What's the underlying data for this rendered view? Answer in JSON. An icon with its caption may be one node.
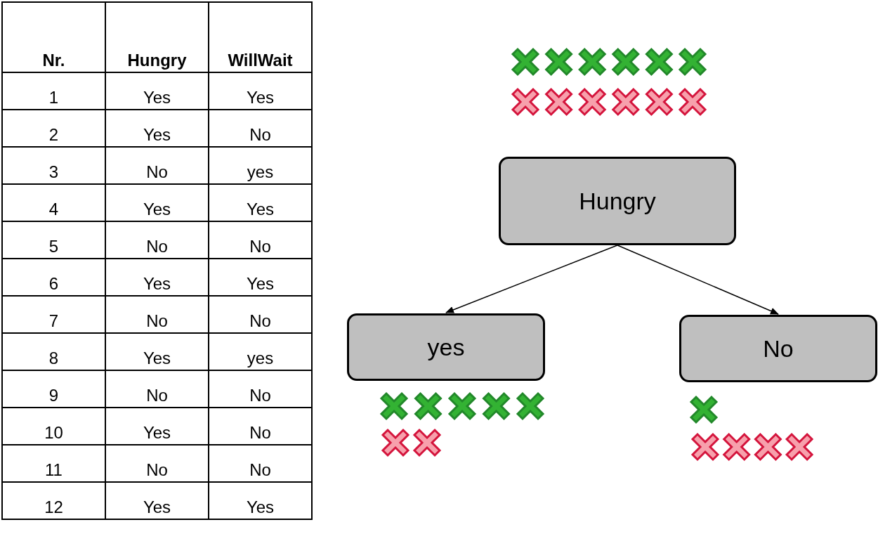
{
  "diagram": {
    "nodes": [
      {
        "text": [
          "Hungry"
        ]
      },
      {
        "text": [
          "yes"
        ]
      },
      {
        "text": [
          "No"
        ]
      }
    ],
    "edges": [
      {
        "from": 0,
        "to": 1,
        "arrow": "to"
      },
      {
        "from": 0,
        "to": 2,
        "arrow": "to"
      }
    ],
    "labels": [
      "Nr.",
      "Hungry",
      "WillWait",
      "1",
      "Yes",
      "Yes",
      "2",
      "Yes",
      "No",
      "3",
      "No",
      "yes",
      "4",
      "Yes",
      "Yes",
      "5",
      "No",
      "No",
      "6",
      "Yes",
      "Yes",
      "7",
      "No",
      "No",
      "8",
      "Yes",
      "yes",
      "9",
      "No",
      "No",
      "10",
      "Yes",
      "No",
      "11",
      "No",
      "No",
      "12",
      "Yes",
      "Yes"
    ]
  }
}
